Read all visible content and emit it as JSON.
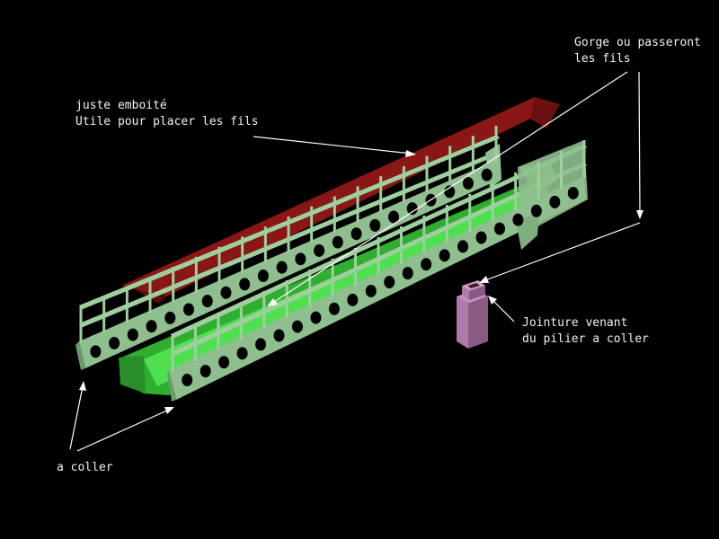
{
  "labels": {
    "juste_emboite": "juste emboité",
    "utile": "Utile pour placer les fils",
    "gorge": "Gorge ou passeront",
    "les_fils": "les fils",
    "jointure": "Jointure venant",
    "du_pilier": "du pilier a coller",
    "a_coller": "a coller"
  },
  "colors": {
    "background": "#000000",
    "roof": "#8a1616",
    "roof_dark": "#5e0d0d",
    "rail": "#8fbf8f",
    "rail_dark": "#6a9a6a",
    "gutter": "#3ccf3c",
    "pillar": "#b07aa8",
    "pillar_dark": "#8a5a83",
    "arrow": "#ffffff"
  }
}
